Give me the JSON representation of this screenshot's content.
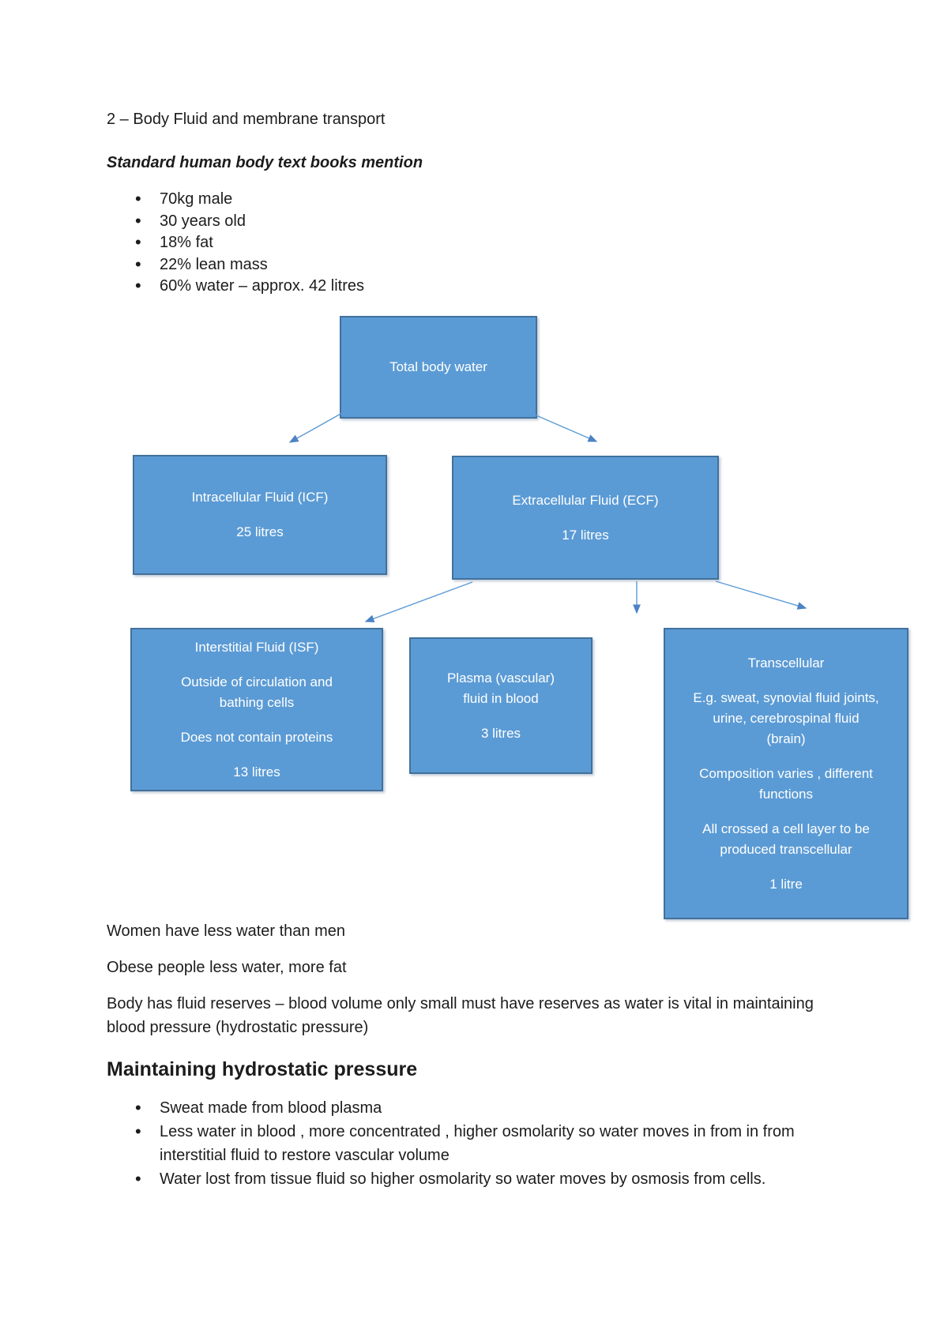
{
  "document": {
    "title": "2 – Body Fluid and membrane transport",
    "subtitle": "Standard human body text books mention",
    "intro_bullets": [
      [
        "70kg male"
      ],
      [
        "30 years old"
      ],
      [
        "18% fat"
      ],
      [
        "22% lean mass"
      ],
      [
        "60% water – approx. 42 litres"
      ]
    ],
    "notes": [
      [
        "Women have less water than men"
      ],
      [
        "Obese people less water, more fat"
      ],
      [
        "Body has fluid reserves – blood volume only small must have reserves as water is vital in maintaining",
        "blood pressure (hydrostatic pressure)"
      ]
    ],
    "section": {
      "heading": "Maintaining hydrostatic pressure",
      "bullets": [
        [
          "Sweat made from blood plasma"
        ],
        [
          "Less water in blood , more concentrated , higher osmolarity so water moves in from in from",
          "interstitial fluid to restore vascular volume"
        ],
        [
          "Water lost from tissue fluid so higher osmolarity so water moves by osmosis from cells."
        ]
      ]
    }
  },
  "diagram": {
    "boxes": {
      "total_body_water": {
        "paras": [
          [
            "Total body water"
          ]
        ]
      },
      "icf": {
        "paras": [
          [
            "Intracellular Fluid (ICF)"
          ],
          [
            "25 litres"
          ]
        ]
      },
      "ecf": {
        "paras": [
          [
            "Extracellular Fluid (ECF)"
          ],
          [
            "17 litres"
          ]
        ]
      },
      "isf": {
        "paras": [
          [
            "Interstitial Fluid (ISF)"
          ],
          [
            "Outside of circulation and",
            "bathing cells"
          ],
          [
            "Does not contain proteins"
          ],
          [
            "13 litres"
          ]
        ]
      },
      "plasma": {
        "paras": [
          [
            "Plasma (vascular)",
            "fluid in blood"
          ],
          [
            "3 litres"
          ]
        ]
      },
      "transcellular": {
        "paras": [
          [
            "Transcellular"
          ],
          [
            "E.g. sweat, synovial fluid joints,",
            "urine, cerebrospinal fluid",
            "(brain)"
          ],
          [
            "Composition varies , different",
            "functions"
          ],
          [
            "All crossed a cell layer to be",
            "produced transcellular"
          ],
          [
            "1 litre"
          ]
        ]
      }
    },
    "connectors": [
      {
        "from": "total-body-water",
        "to": "intracellular-fluid"
      },
      {
        "from": "total-body-water",
        "to": "extracellular-fluid"
      },
      {
        "from": "extracellular-fluid",
        "to": "interstitial-fluid"
      },
      {
        "from": "extracellular-fluid",
        "to": "plasma-gap"
      },
      {
        "from": "extracellular-fluid",
        "to": "transcellular"
      }
    ]
  },
  "colors": {
    "page_bg": "#ffffff",
    "text": "#1c1c1c",
    "box_fill": "#5b9bd5",
    "box_border": "#41719c",
    "box_text": "#ffffff",
    "arrow_line": "#5b9bd5",
    "arrow_head": "#4d82c4"
  }
}
